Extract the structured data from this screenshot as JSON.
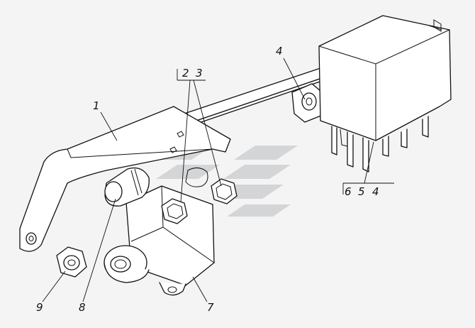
{
  "callouts": {
    "c1": "1",
    "c2": "2",
    "c3": "3",
    "c4_top": "4",
    "c6": "6",
    "c5": "5",
    "c4_bottom": "4",
    "c7": "7",
    "c8": "8",
    "c9": "9"
  },
  "watermark_color": "#b9bcbf",
  "line_color": "#111111",
  "background_color": "#f4f4f4"
}
